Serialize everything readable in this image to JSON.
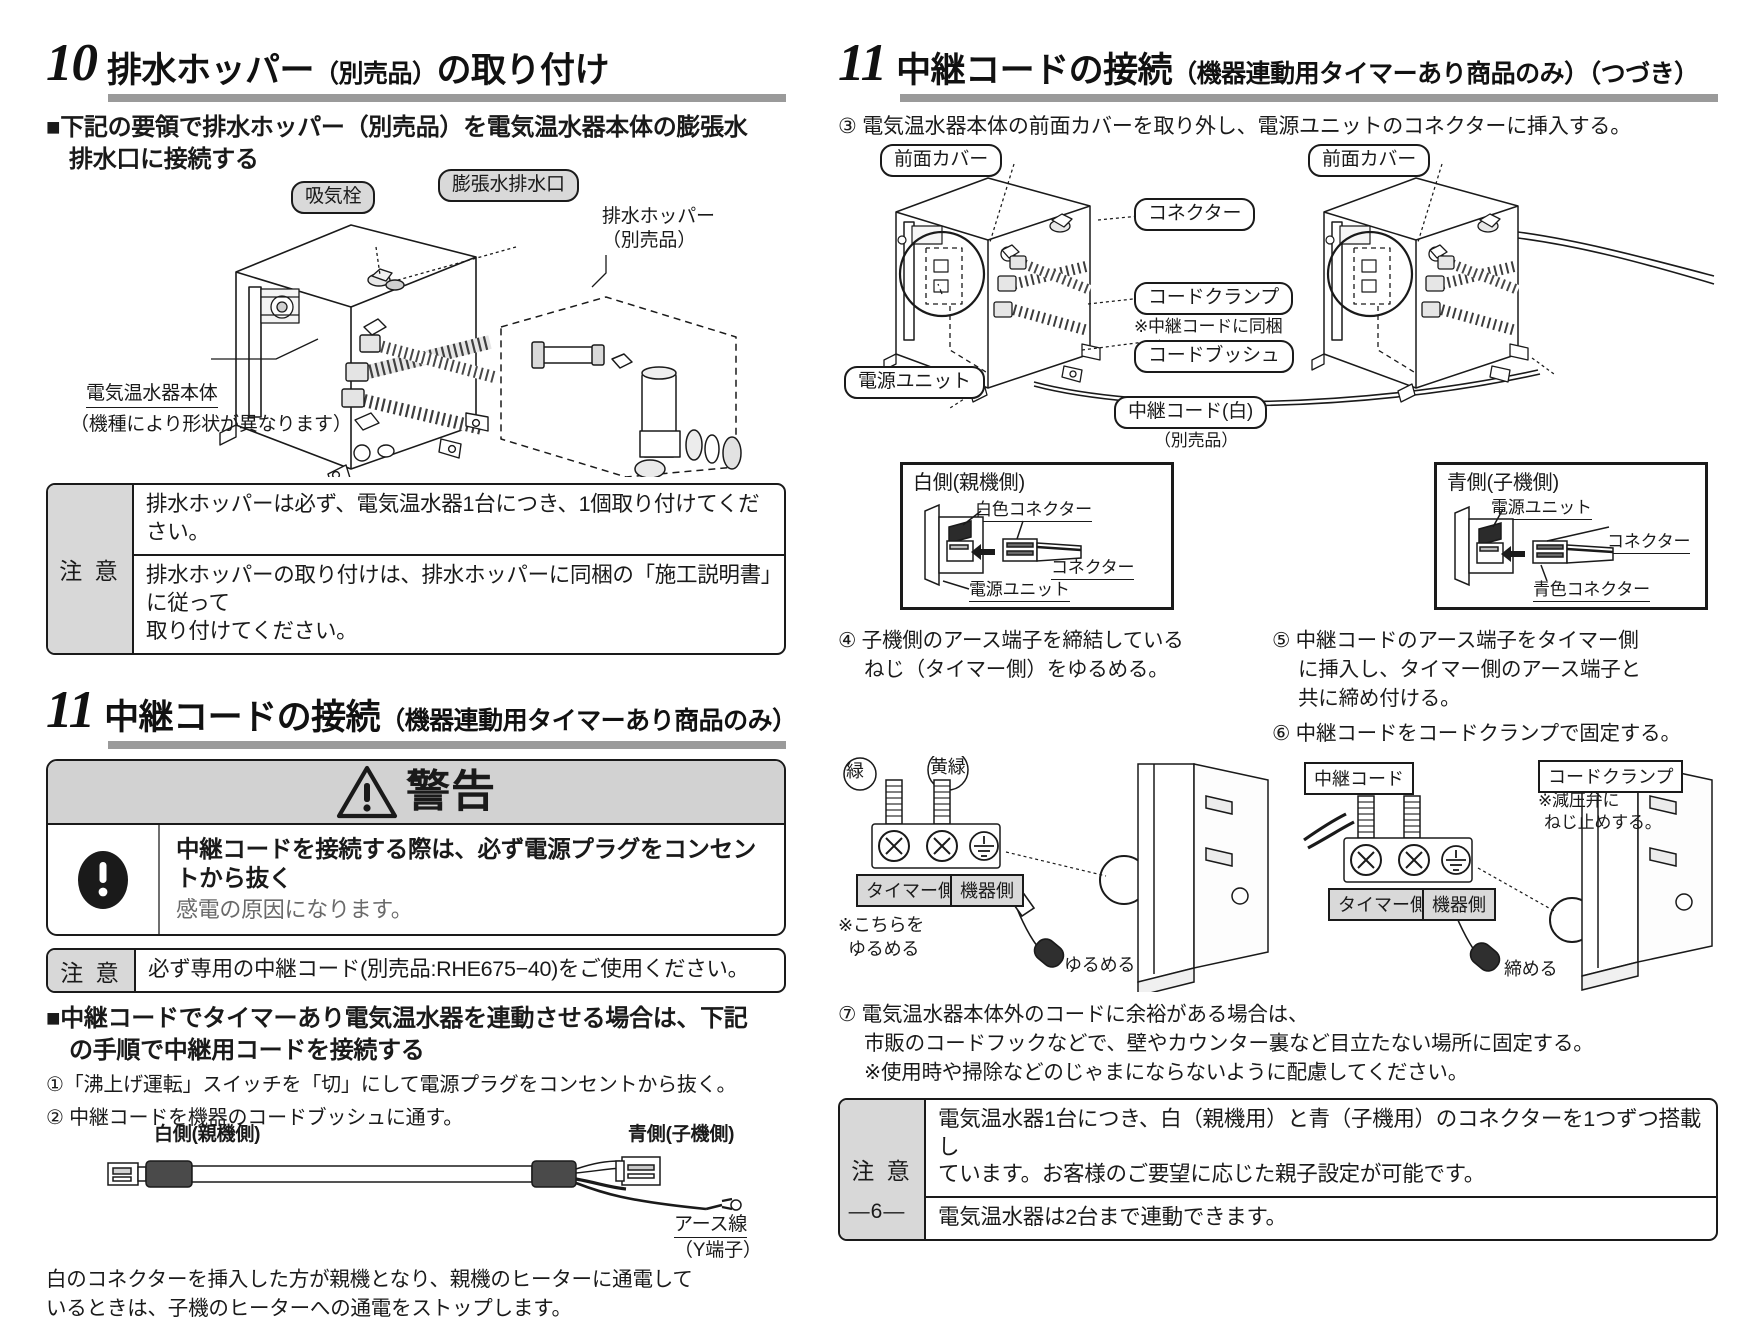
{
  "page": {
    "page_number": "—6—"
  },
  "left": {
    "section10": {
      "number": "10",
      "title_main": "排水ホッパー",
      "title_paren": "（別売品）",
      "title_tail": "の取り付け",
      "lead_line1": "■下記の要領で排水ホッパー（別売品）を電気温水器本体の膨張水",
      "lead_line2": "排水口に接続する",
      "figure_labels": {
        "intake_plug": "吸気栓",
        "expansion_drain": "膨張水排水口",
        "drain_hopper": "排水ホッパー",
        "drain_hopper_sub": "（別売品）",
        "unit_body": "電気温水器本体",
        "unit_body_sub": "（機種により形状が異なります）"
      },
      "caution": {
        "label": "注 意",
        "rows": [
          "排水ホッパーは必ず、電気温水器1台につき、1個取り付けてください。",
          "排水ホッパーの取り付けは、排水ホッパーに同梱の「施工説明書」に従って\n取り付けてください。"
        ]
      }
    },
    "section11": {
      "number": "11",
      "title_main": "中継コードの接続",
      "title_paren": "（機器連動用タイマーあり商品のみ）",
      "warning": {
        "head": "警告",
        "main": "中継コードを接続する際は、必ず電源プラグをコンセントから抜く",
        "sub": "感電の原因になります。"
      },
      "caution": {
        "label": "注 意",
        "rows": [
          "必ず専用の中継コード(別売品:RHE675−40)をご使用ください。"
        ]
      },
      "lead_line1": "■中継コードでタイマーあり電気温水器を連動させる場合は、下記",
      "lead_line2": "の手順で中継用コードを接続する",
      "steps": [
        "①「沸上げ運転」スイッチを「切」にして電源プラグをコンセントから抜く。",
        "② 中継コードを機器のコードブッシュに通す。"
      ],
      "cord_figure": {
        "white_side": "白側(親機側)",
        "blue_side": "青側(子機側)",
        "ground_wire": "アース線",
        "ground_wire_sub": "（Y端子）"
      },
      "closing_line1": "白のコネクターを挿入した方が親機となり、親機のヒーターに通電して",
      "closing_line2": "いるときは、子機のヒーターへの通電をストップします。"
    }
  },
  "right": {
    "section11": {
      "number": "11",
      "title_main": "中継コードの接続",
      "title_paren": "（機器連動用タイマーあり商品のみ）",
      "title_cont": "（つづき）",
      "step3": "③ 電気温水器本体の前面カバーを取り外し、電源ユニットのコネクターに挿入する。",
      "figure_labels": {
        "front_cover_left": "前面カバー",
        "front_cover_right": "前面カバー",
        "connector": "コネクター",
        "cord_clamp": "コードクランプ",
        "cord_clamp_note": "※中継コードに同梱",
        "cord_bush": "コードブッシュ",
        "power_unit": "電源ユニット",
        "relay_cord": "中継コード(白)",
        "relay_cord_sub": "（別売品）"
      },
      "detail_white": {
        "title": "白側(親機側)",
        "label_connector_white": "白色コネクター",
        "label_connector": "コネクター",
        "label_power_unit": "電源ユニット"
      },
      "detail_blue": {
        "title": "青側(子機側)",
        "label_power_unit": "電源ユニット",
        "label_connector": "コネクター",
        "label_connector_blue": "青色コネクター"
      },
      "step4": "④ 子機側のアース端子を締結している\nねじ（タイマー側）をゆるめる。",
      "step4_line1": "④ 子機側のアース端子を締結している",
      "step4_line2": "ねじ（タイマー側）をゆるめる。",
      "step5_line1": "⑤ 中継コードのアース端子をタイマー側",
      "step5_line2": "に挿入し、タイマー側のアース端子と",
      "step5_line3": "共に締め付ける。",
      "step6": "⑥ 中継コードをコードクランプで固定する。",
      "fig4_labels": {
        "green": "緑",
        "yellow_green": "黄緑",
        "timer_side": "タイマー側",
        "device_side": "機器側",
        "note_line1": "※こちらを",
        "note_line2": "ゆるめる",
        "loosen": "ゆるめる"
      },
      "fig6_labels": {
        "relay_cord": "中継コード",
        "timer_side": "タイマー側",
        "device_side": "機器側",
        "cord_clamp": "コードクランプ",
        "cord_clamp_note1": "※減圧弁に",
        "cord_clamp_note2": "ねじ止めする。",
        "tighten": "締める"
      },
      "step7_line1": "⑦ 電気温水器本体外のコードに余裕がある場合は、",
      "step7_line2": "市販のコードフックなどで、壁やカウンター裏など目立たない場所に固定する。",
      "step7_line3": "※使用時や掃除などのじゃまにならないように配慮してください。",
      "caution": {
        "label": "注 意",
        "rows": [
          "電気温水器1台につき、白（親機用）と青（子機用）のコネクターを1つずつ搭載し\nています。お客様のご要望に応じた親子設定が可能です。",
          "電気温水器は2台まで連動できます。"
        ]
      }
    }
  },
  "colors": {
    "rule_grey": "#9a9a9a",
    "pill_fill": "#d9d9d9",
    "warn_head_fill": "#d2d2d2",
    "caution_label_fill": "#d8d8d8",
    "ink": "#1a1a1a"
  }
}
